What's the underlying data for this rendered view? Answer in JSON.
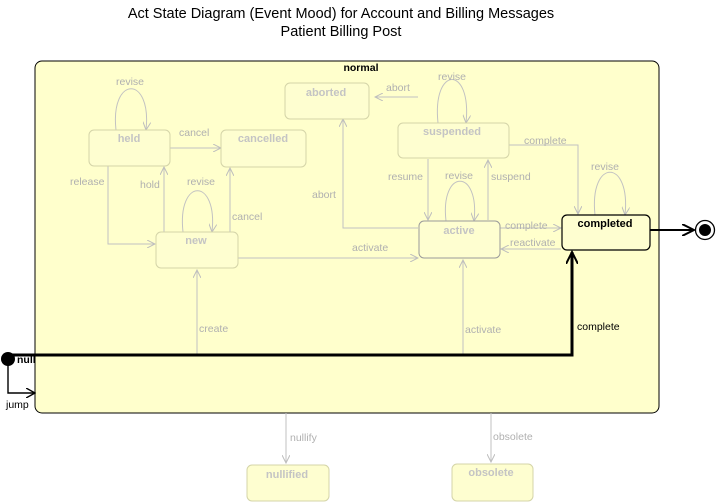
{
  "title": {
    "line1": "Act State Diagram (Event Mood) for Account and Billing Messages",
    "line2": "Patient Billing Post"
  },
  "colors": {
    "container_fill": "#ffffcc",
    "state_fill": "#fefed0",
    "faded_stroke": "#d4d4a8",
    "faded_text": "#c4c4c4",
    "edge_faded": "#c2c2c2",
    "active_edge": "#000000"
  },
  "composite_state": {
    "name": "normal"
  },
  "states": {
    "held": "held",
    "cancelled": "cancelled",
    "aborted": "aborted",
    "suspended": "suspended",
    "new": "new",
    "active": "active",
    "completed": "completed",
    "nullified": "nullified",
    "obsolete": "obsolete"
  },
  "pseudo": {
    "initial": "null",
    "final": "final"
  },
  "transitions": {
    "held_revise": "revise",
    "held_cancel": "cancel",
    "release": "release",
    "hold": "hold",
    "new_revise": "revise",
    "new_cancel": "cancel",
    "suspended_abort": "abort",
    "suspended_revise": "revise",
    "suspended_complete": "complete",
    "active_abort": "abort",
    "resume": "resume",
    "active_revise": "revise",
    "suspend": "suspend",
    "completed_revise": "revise",
    "active_complete": "complete",
    "reactivate": "reactivate",
    "new_activate": "activate",
    "create": "create",
    "null_activate": "activate",
    "null_complete": "complete",
    "jump": "jump",
    "nullify": "nullify",
    "obsolete": "obsolete"
  }
}
